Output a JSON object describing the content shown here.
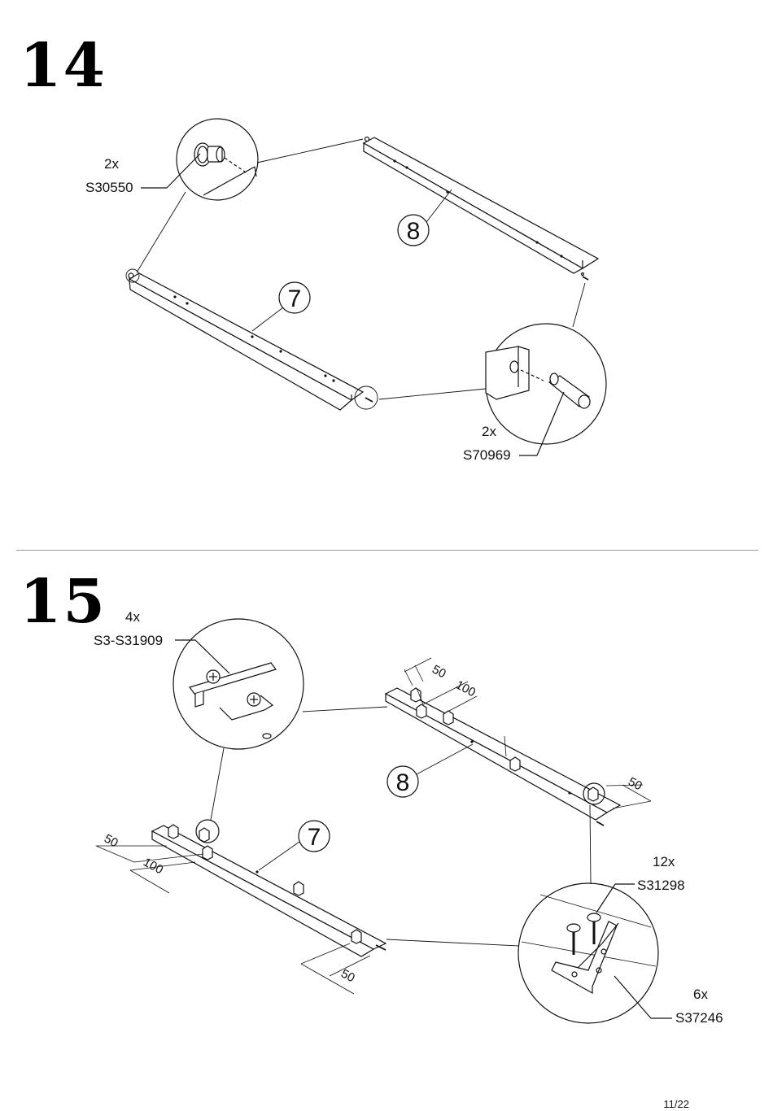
{
  "steps": [
    {
      "number": "14",
      "callouts": [
        {
          "qty": "2x",
          "code": "S30550"
        },
        {
          "qty": "2x",
          "code": "S70969"
        }
      ],
      "parts": [
        "8",
        "7"
      ]
    },
    {
      "number": "15",
      "callouts": [
        {
          "qty": "4x",
          "code": "S3-S31909"
        },
        {
          "qty": "12x",
          "code": "S31298"
        },
        {
          "qty": "6x",
          "code": "S37246"
        }
      ],
      "parts": [
        "8",
        "7"
      ],
      "dimensions": [
        "50",
        "100",
        "50",
        "50",
        "100",
        "50"
      ]
    }
  ],
  "page_number": "11/22"
}
